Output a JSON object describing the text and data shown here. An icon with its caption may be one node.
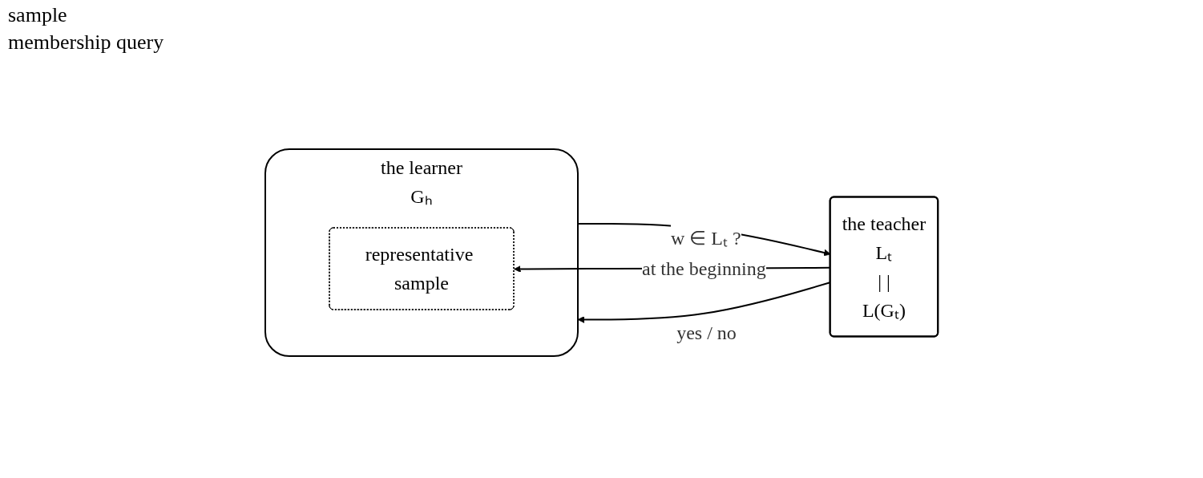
{
  "diagram": {
    "nodes": [
      {
        "text": [
          "the learner",
          "Gₕ"
        ]
      },
      {
        "text": [
          "representative sample"
        ],
        "in": 0
      },
      {
        "text": [
          "the teacher",
          "Lₜ",
          "| |",
          "L(Gₜ)"
        ]
      }
    ],
    "edges": [
      {
        "from": 0,
        "to": 2,
        "arrow": "to",
        "label": "w ∈ Lₜ ?"
      },
      {
        "from": 2,
        "to": 0,
        "arrow": "to",
        "label": "yes / no"
      },
      {
        "from": 2,
        "to": 1,
        "arrow": "to",
        "label": "at the beginning"
      }
    ],
    "labels": [
      "sample",
      "membership query"
    ]
  }
}
